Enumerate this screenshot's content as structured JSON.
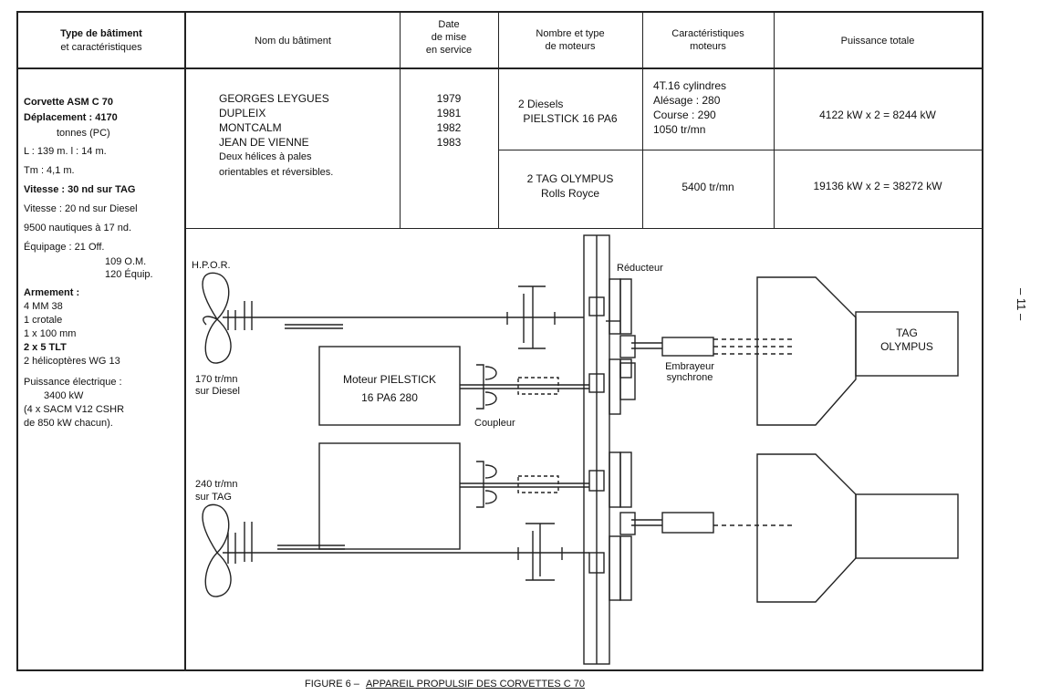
{
  "table": {
    "headers": {
      "type_batiment": [
        "Type de bâtiment",
        "et caractéristiques"
      ],
      "nom_batiment": "Nom du bâtiment",
      "date": [
        "Date",
        "de mise",
        "en service"
      ],
      "moteurs": [
        "Nombre et type",
        "de moteurs"
      ],
      "caracteristiques": [
        "Caractéristiques",
        "moteurs"
      ],
      "puissance": "Puissance totale"
    },
    "ship_type": {
      "title": "Corvette ASM C 70",
      "lines": [
        {
          "text": "Déplacement : 4170",
          "bold": true
        },
        {
          "text": "tonnes (PC)",
          "bold": false,
          "indent": true
        },
        {
          "text": "L : 139 m.    l : 14 m.",
          "bold": false
        },
        {
          "text": "Tm  :  4,1 m.",
          "bold": false
        },
        {
          "text": "Vitesse : 30 nd sur TAG",
          "bold": true
        },
        {
          "text": "Vitesse : 20 nd sur Diesel",
          "bold": false
        },
        {
          "text": "9500 nautiques à 17 nd.",
          "bold": false
        },
        {
          "text": "Équipage :   21 Off.",
          "bold": false
        },
        {
          "text": "109 O.M.",
          "bold": false,
          "indent2": true
        },
        {
          "text": "120 Équip.",
          "bold": false,
          "indent2": true
        }
      ],
      "armement_title": "Armement :",
      "armement": [
        "4 MM 38",
        "1 crotale",
        "1 x 100 mm",
        "2 x 5 TLT",
        "2 hélicoptères WG 13"
      ],
      "puissance_title": "Puissance électrique :",
      "puissance": [
        "3400 kW",
        "(4 x SACM V12 CSHR",
        "de 850 kW chacun)."
      ]
    },
    "ships": [
      "GEORGES LEYGUES",
      "DUPLEIX",
      "MONTCALM",
      "JEAN DE VIENNE"
    ],
    "ships_note": [
      "Deux hélices à pales",
      "orientables et réversibles."
    ],
    "dates": [
      "1979",
      "1981",
      "1982",
      "1983"
    ],
    "engine_diesel": [
      "2 Diesels",
      "PIELSTICK 16 PA6"
    ],
    "engine_tag": [
      "2 TAG OLYMPUS",
      "Rolls Royce"
    ],
    "char_diesel": [
      "4T.16 cylindres",
      "Alésage : 280",
      "Course : 290",
      "1050 tr/mn"
    ],
    "char_tag": "5400 tr/mn",
    "power_diesel": "4122 kW x 2 = 8244 kW",
    "power_tag": "19136 kW x 2 = 38272 kW"
  },
  "diagram": {
    "hpor": "H.P.O.R.",
    "reducteur": "Réducteur",
    "tag_box": [
      "TAG",
      "OLYMPUS"
    ],
    "moteur_box": [
      "Moteur PIELSTICK",
      "16 PA6 280"
    ],
    "embrayeur": [
      "Embrayeur",
      "synchrone"
    ],
    "coupleur": "Coupleur",
    "speed_diesel": [
      "170 tr/mn",
      "sur Diesel"
    ],
    "speed_tag": [
      "240 tr/mn",
      "sur TAG"
    ]
  },
  "caption": {
    "prefix": "FIGURE 6 –",
    "title": "APPAREIL PROPULSIF DES CORVETTES C 70"
  },
  "page_number": "– 11 –"
}
